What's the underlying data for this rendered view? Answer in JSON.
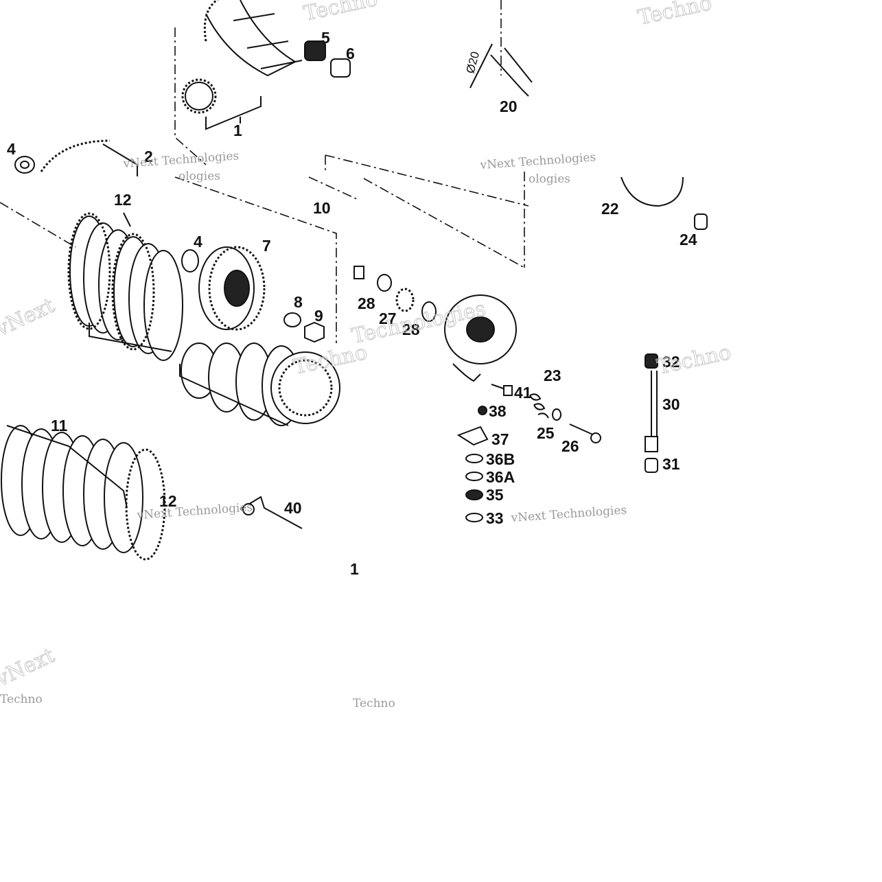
{
  "labels": {
    "p1": "1",
    "p2": "2",
    "p4a": "4",
    "p4b": "4",
    "p5": "5",
    "p6": "6",
    "p7": "7",
    "p8": "8",
    "p9": "9",
    "p10": "10",
    "p11": "11",
    "p12a": "12",
    "p12b": "12",
    "p20": "20",
    "p22": "22",
    "p23": "23",
    "p24": "24",
    "p25": "25",
    "p26": "26",
    "p27": "27",
    "p28a": "28",
    "p28b": "28",
    "p30": "30",
    "p31": "31",
    "p32": "32",
    "p33": "33",
    "p35": "35",
    "p36a": "36A",
    "p36b": "36B",
    "p37": "37",
    "p38": "38",
    "p40": "40",
    "p41": "41"
  },
  "dimension": "Ø20",
  "page_marker": "1",
  "watermark": {
    "brand": "vNext Technologies",
    "word_a": "Techno",
    "word_b": "ologies",
    "word_c": "vNext",
    "word_d": "Techno",
    "word_e": "Technologies"
  }
}
